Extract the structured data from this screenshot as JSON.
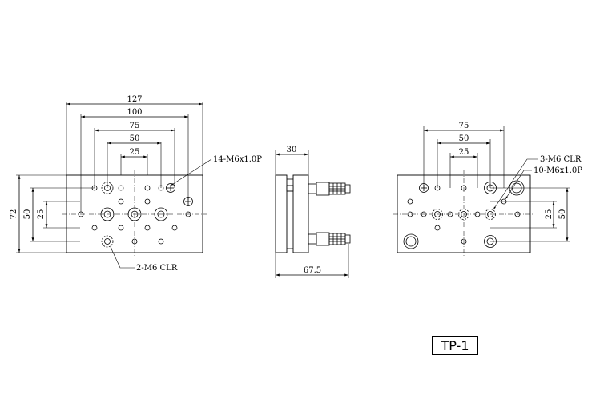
{
  "title": "TP-1",
  "front_view": {
    "dims": {
      "w127": "127",
      "w100": "100",
      "w75": "75",
      "w50": "50",
      "w25": "25",
      "h72": "72",
      "h50": "50",
      "h25": "25"
    },
    "callouts": {
      "tapped": "14-M6x1.0P",
      "clearance": "2-M6 CLR"
    }
  },
  "side_view": {
    "dims": {
      "top": "30",
      "bottom": "67.5"
    }
  },
  "rear_view": {
    "dims": {
      "w75": "75",
      "w50": "50",
      "w25": "25",
      "h25": "25",
      "h50": "50"
    },
    "callouts": {
      "clearance": "3-M6 CLR",
      "tapped": "10-M6x1.0P"
    }
  }
}
